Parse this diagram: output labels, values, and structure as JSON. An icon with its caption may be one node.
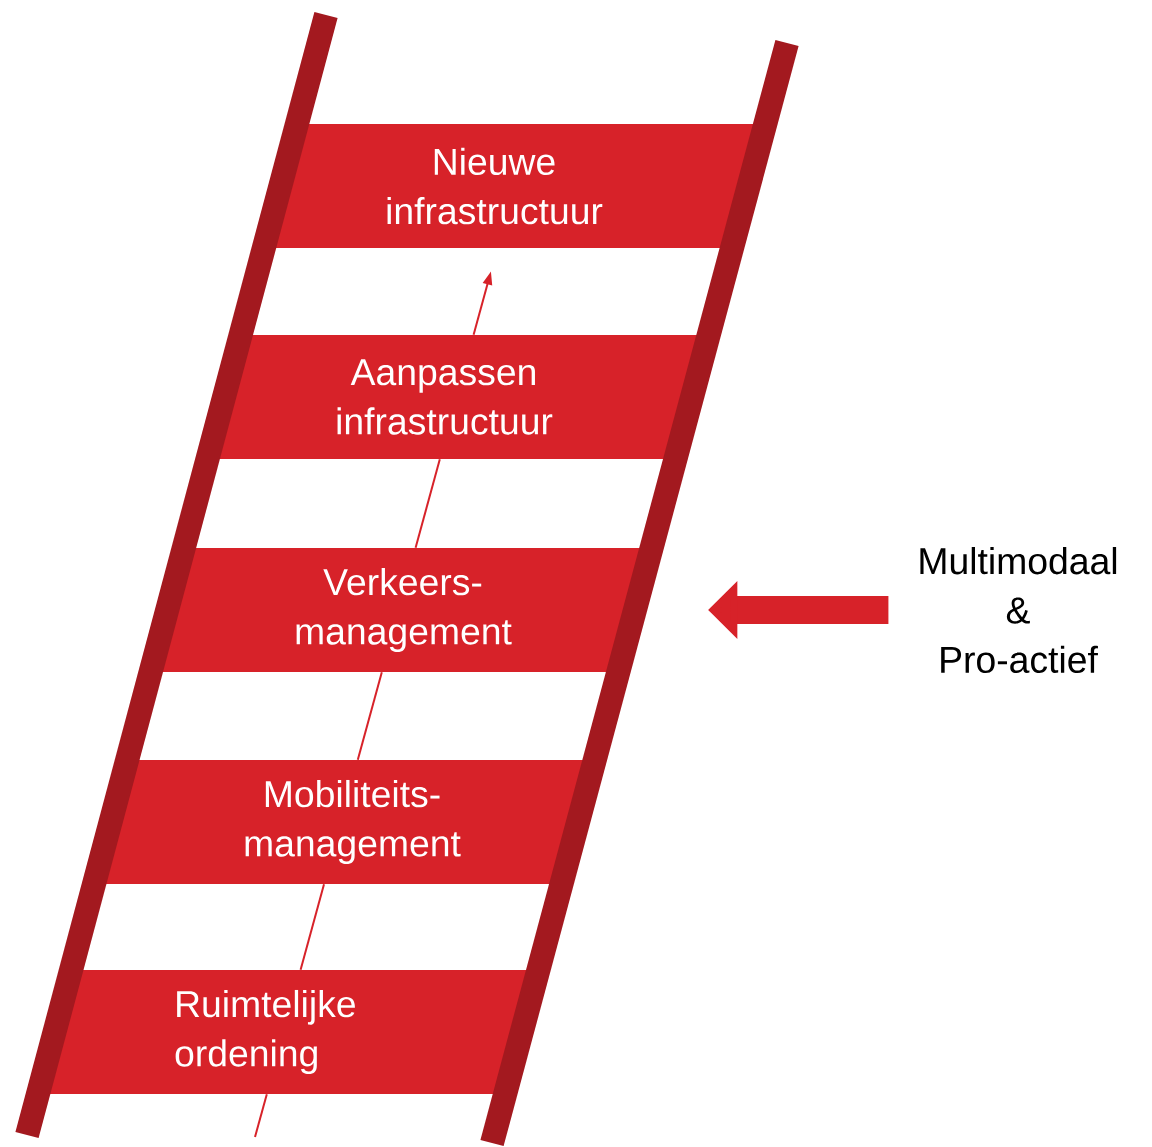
{
  "diagram": {
    "nodes": [
      {
        "text": [
          "Nieuwe infrastructuur"
        ]
      },
      {
        "text": [
          "Aanpassen infrastructuur"
        ]
      },
      {
        "text": [
          "Verkeers- management"
        ]
      },
      {
        "text": [
          "Mobiliteits- management"
        ]
      },
      {
        "text": [
          "Ruimtelijke ordening"
        ]
      },
      {
        "text": [
          "Multimodaal & Pro-actief"
        ]
      }
    ],
    "edges": [
      {
        "from": null,
        "to": 4,
        "arrow": "none"
      },
      {
        "from": 4,
        "to": 3,
        "arrow": "none"
      },
      {
        "from": 3,
        "to": 2,
        "arrow": "none"
      },
      {
        "from": 2,
        "to": 1,
        "arrow": "none"
      },
      {
        "from": 1,
        "to": 0,
        "arrow": "to"
      },
      {
        "from": 5,
        "to": null,
        "arrow": "to",
        "style": "thick"
      }
    ]
  }
}
